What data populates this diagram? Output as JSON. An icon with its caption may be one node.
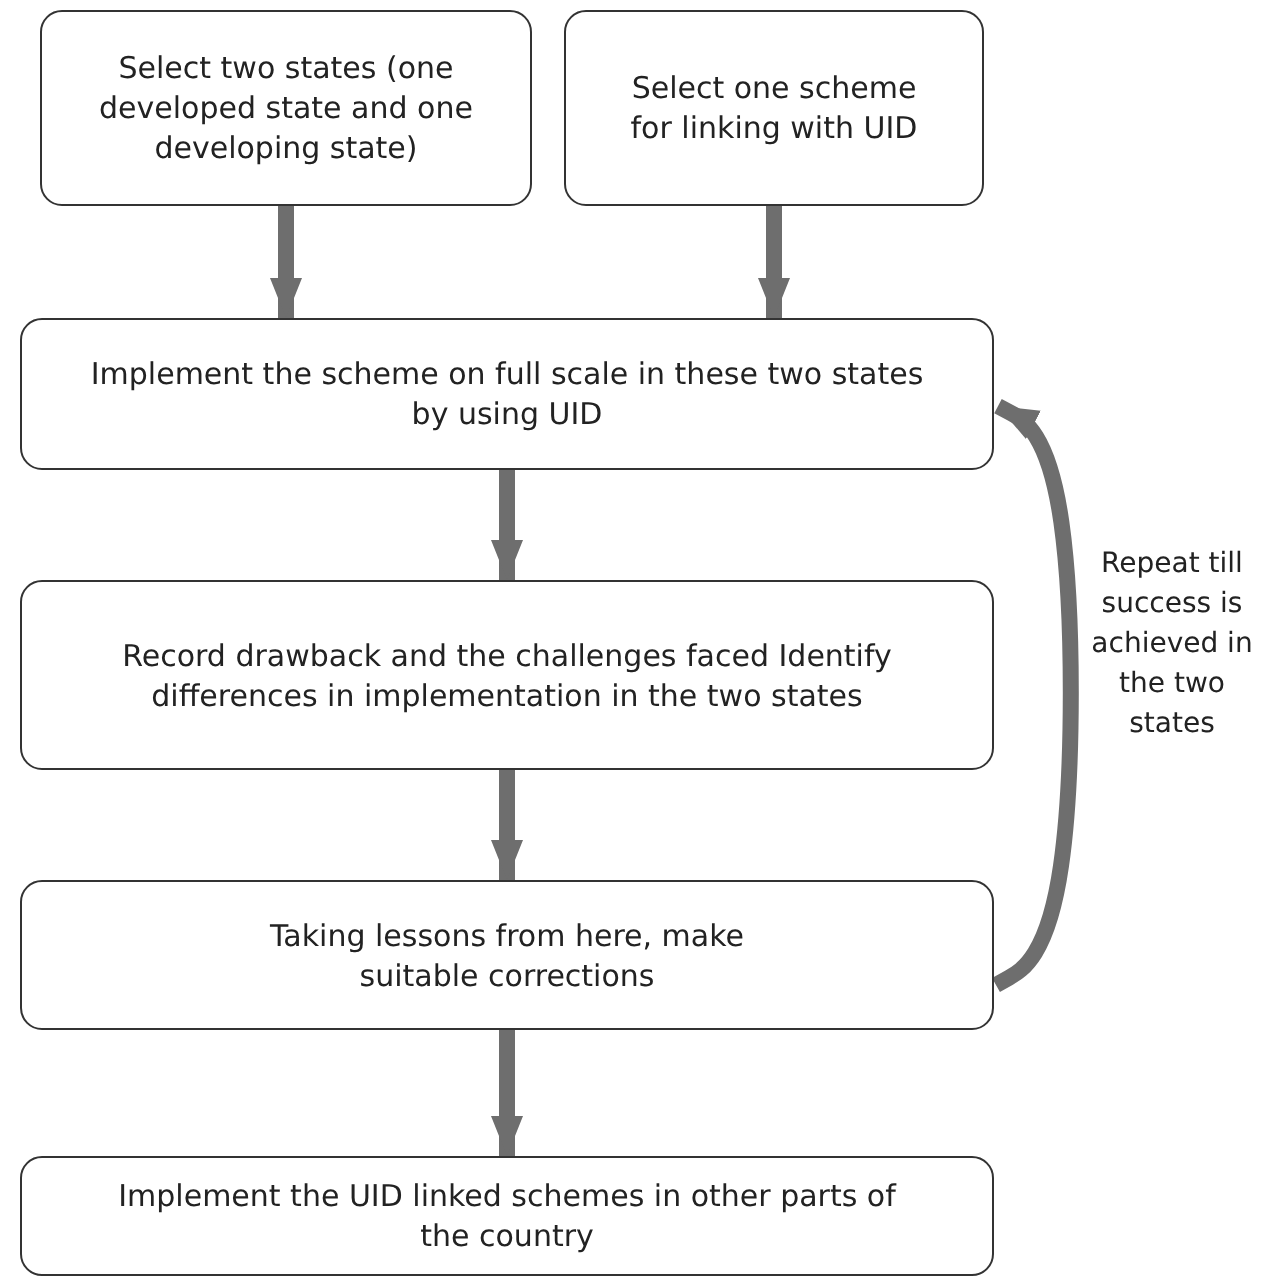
{
  "diagram": {
    "nodes": [
      {
        "text": [
          "Select two states (one developed state and one developing state)"
        ]
      },
      {
        "text": [
          "Select one scheme for linking with UID"
        ]
      },
      {
        "text": [
          "Implement the scheme on full scale in these two states by using UID"
        ]
      },
      {
        "text": [
          "Record drawback and the challenges faced Identify differences in implementation in the two states"
        ]
      },
      {
        "text": [
          "Taking lessons from here, make suitable corrections"
        ]
      },
      {
        "text": [
          "Implement the UID linked schemes in other parts of the country"
        ]
      }
    ],
    "edges": [
      {
        "from": 0,
        "to": 2,
        "arrow": "to"
      },
      {
        "from": 1,
        "to": 2,
        "arrow": "to"
      },
      {
        "from": 2,
        "to": 3,
        "arrow": "to"
      },
      {
        "from": 3,
        "to": 4,
        "arrow": "to"
      },
      {
        "from": 4,
        "to": 2,
        "arrow": "to",
        "label": "Repeat till success is achieved in the two states"
      },
      {
        "from": 4,
        "to": 5,
        "arrow": "to"
      }
    ]
  }
}
